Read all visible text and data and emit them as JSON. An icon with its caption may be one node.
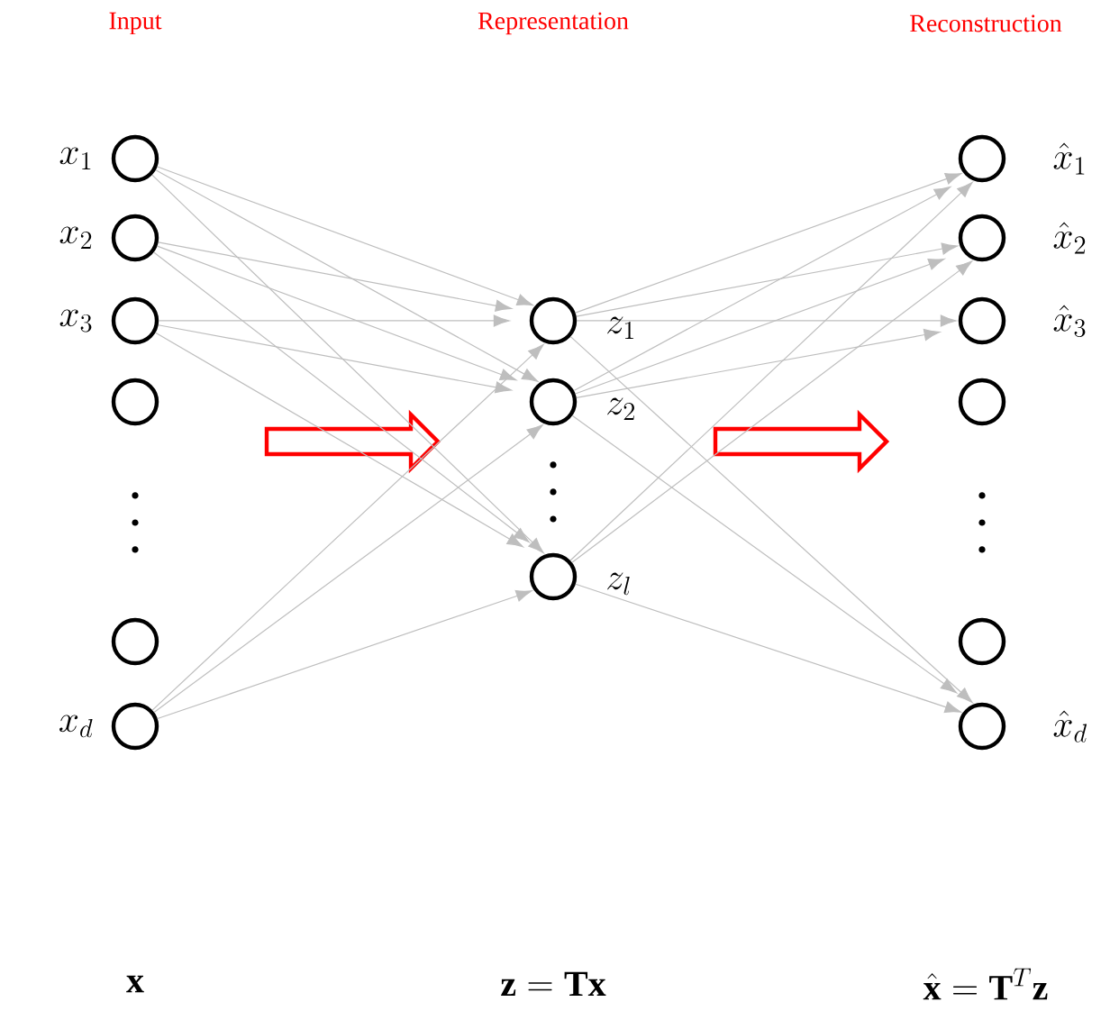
{
  "diagram": {
    "nodes": [
      {
        "text": [],
        "shape": "circle",
        "beside": [
          "x_1"
        ]
      },
      {
        "text": [],
        "shape": "circle",
        "beside": [
          "x_2"
        ]
      },
      {
        "text": [],
        "shape": "circle",
        "beside": [
          "x_3"
        ]
      },
      {
        "text": [],
        "shape": "circle"
      },
      {
        "text": [],
        "shape": "circle"
      },
      {
        "text": [],
        "shape": "circle",
        "beside": [
          "x_d"
        ]
      },
      {
        "text": [],
        "shape": "circle",
        "beside": [
          "z_1"
        ]
      },
      {
        "text": [],
        "shape": "circle",
        "beside": [
          "z_2"
        ]
      },
      {
        "text": [],
        "shape": "circle",
        "beside": [
          "z_l"
        ]
      },
      {
        "text": [],
        "shape": "circle",
        "beside": [
          "\\hat{x}_1"
        ]
      },
      {
        "text": [],
        "shape": "circle",
        "beside": [
          "\\hat{x}_2"
        ]
      },
      {
        "text": [],
        "shape": "circle",
        "beside": [
          "\\hat{x}_3"
        ]
      },
      {
        "text": [],
        "shape": "circle"
      },
      {
        "text": [],
        "shape": "circle"
      },
      {
        "text": [],
        "shape": "circle",
        "beside": [
          "\\hat{x}_d"
        ]
      }
    ],
    "edges": [
      {
        "from": 0,
        "to": 6,
        "arrow": "to"
      },
      {
        "from": 0,
        "to": 7,
        "arrow": "to"
      },
      {
        "from": 0,
        "to": 8,
        "arrow": "to"
      },
      {
        "from": 1,
        "to": 6,
        "arrow": "to"
      },
      {
        "from": 1,
        "to": 7,
        "arrow": "to"
      },
      {
        "from": 1,
        "to": 8,
        "arrow": "to"
      },
      {
        "from": 2,
        "to": 6,
        "arrow": "to"
      },
      {
        "from": 2,
        "to": 7,
        "arrow": "to"
      },
      {
        "from": 2,
        "to": 8,
        "arrow": "to"
      },
      {
        "from": 5,
        "to": 6,
        "arrow": "to"
      },
      {
        "from": 5,
        "to": 7,
        "arrow": "to"
      },
      {
        "from": 5,
        "to": 8,
        "arrow": "to"
      },
      {
        "from": 6,
        "to": 9,
        "arrow": "to"
      },
      {
        "from": 6,
        "to": 10,
        "arrow": "to"
      },
      {
        "from": 6,
        "to": 11,
        "arrow": "to"
      },
      {
        "from": 6,
        "to": 14,
        "arrow": "to"
      },
      {
        "from": 7,
        "to": 9,
        "arrow": "to"
      },
      {
        "from": 7,
        "to": 10,
        "arrow": "to"
      },
      {
        "from": 7,
        "to": 11,
        "arrow": "to"
      },
      {
        "from": 7,
        "to": 14,
        "arrow": "to"
      },
      {
        "from": 8,
        "to": 9,
        "arrow": "to"
      },
      {
        "from": 8,
        "to": 10,
        "arrow": "to"
      },
      {
        "from": 8,
        "to": 14,
        "arrow": "to"
      }
    ],
    "labels": [
      "Input",
      "Representation",
      "Reconstruction",
      "\\mathbf{x}",
      "\\mathbf{z}=\\mathbf{T}\\mathbf{x}",
      "\\hat{\\mathbf{x}}=\\mathbf{T}^T\\mathbf{z}"
    ]
  }
}
